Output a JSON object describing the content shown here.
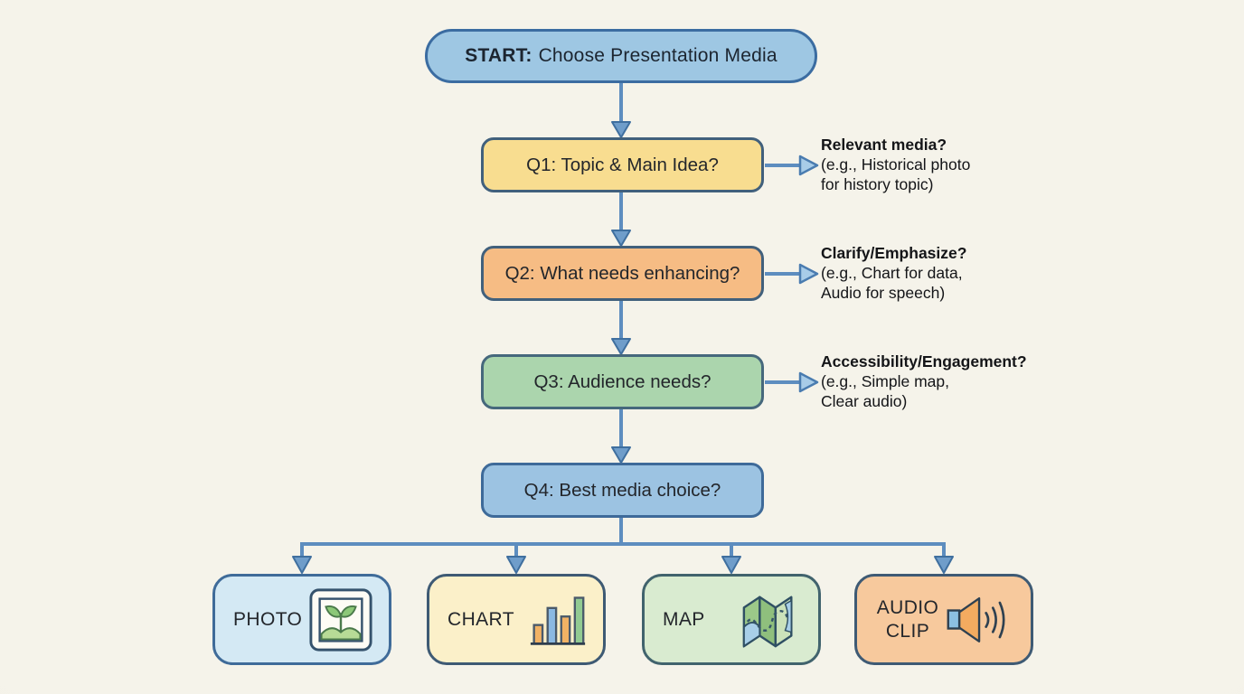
{
  "palette": {
    "background": "#f3f1e9",
    "arrow_line": "#5d8dbf",
    "arrowhead_fill": "#6f9dca",
    "arrowhead_stroke": "#3f6f9f",
    "side_arrowhead_fill": "#a8cce8",
    "side_arrowhead_stroke": "#4a7cb0",
    "start_fill": "#9ec7e3",
    "q1_fill": "#f8dd90",
    "q2_fill": "#f6bc84",
    "q3_fill": "#abd5ad",
    "q4_fill": "#9cc3e2",
    "photo_fill": "#d4e9f4",
    "chart_fill": "#fbf0c9",
    "map_fill": "#d9ebd0",
    "audio_fill": "#f7c99d"
  },
  "flowchart": {
    "start": {
      "prefix": "START:",
      "label": "Choose Presentation Media"
    },
    "questions": [
      {
        "label": "Q1: Topic & Main Idea?"
      },
      {
        "label": "Q2: What needs enhancing?"
      },
      {
        "label": "Q3: Audience needs?"
      },
      {
        "label": "Q4: Best media choice?"
      }
    ],
    "notes": [
      {
        "title": "Relevant media?",
        "lines": [
          "(e.g., Historical photo",
          "for history topic)"
        ]
      },
      {
        "title": "Clarify/Emphasize?",
        "lines": [
          "(e.g., Chart for data,",
          "Audio for speech)"
        ]
      },
      {
        "title": "Accessibility/Engagement?",
        "lines": [
          "(e.g., Simple map,",
          "Clear audio)"
        ]
      }
    ],
    "outputs": [
      {
        "label": "PHOTO",
        "icon": "photo-icon"
      },
      {
        "label": "CHART",
        "icon": "chart-icon"
      },
      {
        "label": "MAP",
        "icon": "map-icon"
      },
      {
        "label": "AUDIO CLIP",
        "icon": "audio-clip-icon"
      }
    ]
  }
}
